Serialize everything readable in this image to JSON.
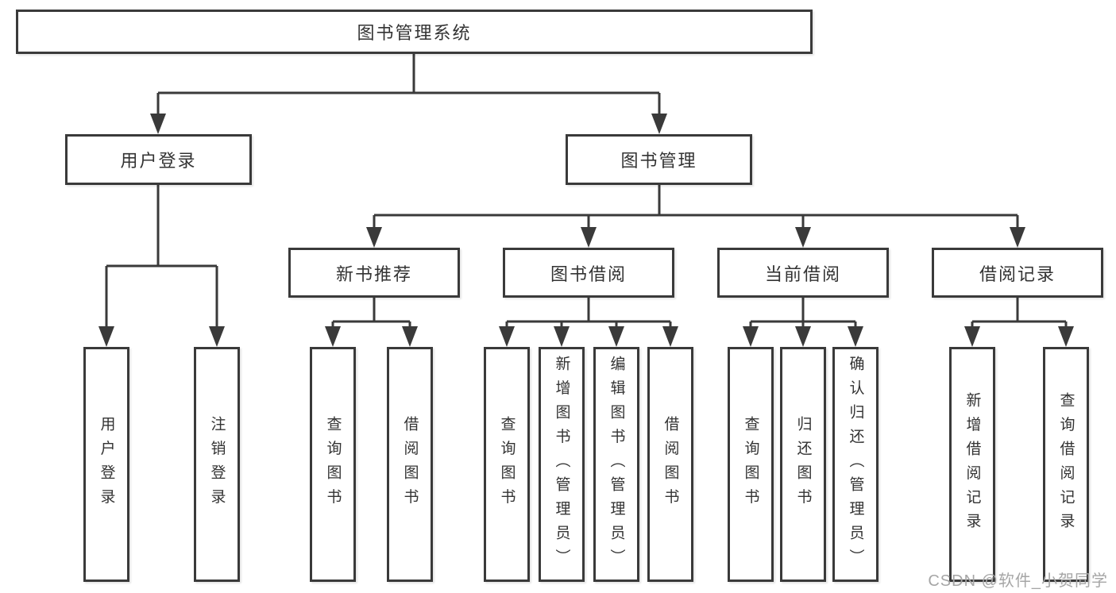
{
  "tree": {
    "label": "图书管理系统",
    "children": [
      {
        "label": "用户登录",
        "children": [
          {
            "label": "用户登录"
          },
          {
            "label": "注销登录"
          }
        ]
      },
      {
        "label": "图书管理",
        "children": [
          {
            "label": "新书推荐",
            "children": [
              {
                "label": "查询图书"
              },
              {
                "label": "借阅图书"
              }
            ]
          },
          {
            "label": "图书借阅",
            "children": [
              {
                "label": "查询图书"
              },
              {
                "label": "新增图书（管理员）"
              },
              {
                "label": "编辑图书（管理员）"
              },
              {
                "label": "借阅图书"
              }
            ]
          },
          {
            "label": "当前借阅",
            "children": [
              {
                "label": "查询图书"
              },
              {
                "label": "归还图书"
              },
              {
                "label": "确认归还（管理员）"
              }
            ]
          },
          {
            "label": "借阅记录",
            "children": [
              {
                "label": "新增借阅记录"
              },
              {
                "label": "查询借阅记录"
              }
            ]
          }
        ]
      }
    ]
  },
  "watermark": {
    "text": "CSDN @软件_小贺同学"
  },
  "colors": {
    "line": "#3a3a3a",
    "text": "#333333",
    "box_bg": "#ffffff",
    "background": "#ffffff",
    "watermark": "#a6a6a6"
  }
}
